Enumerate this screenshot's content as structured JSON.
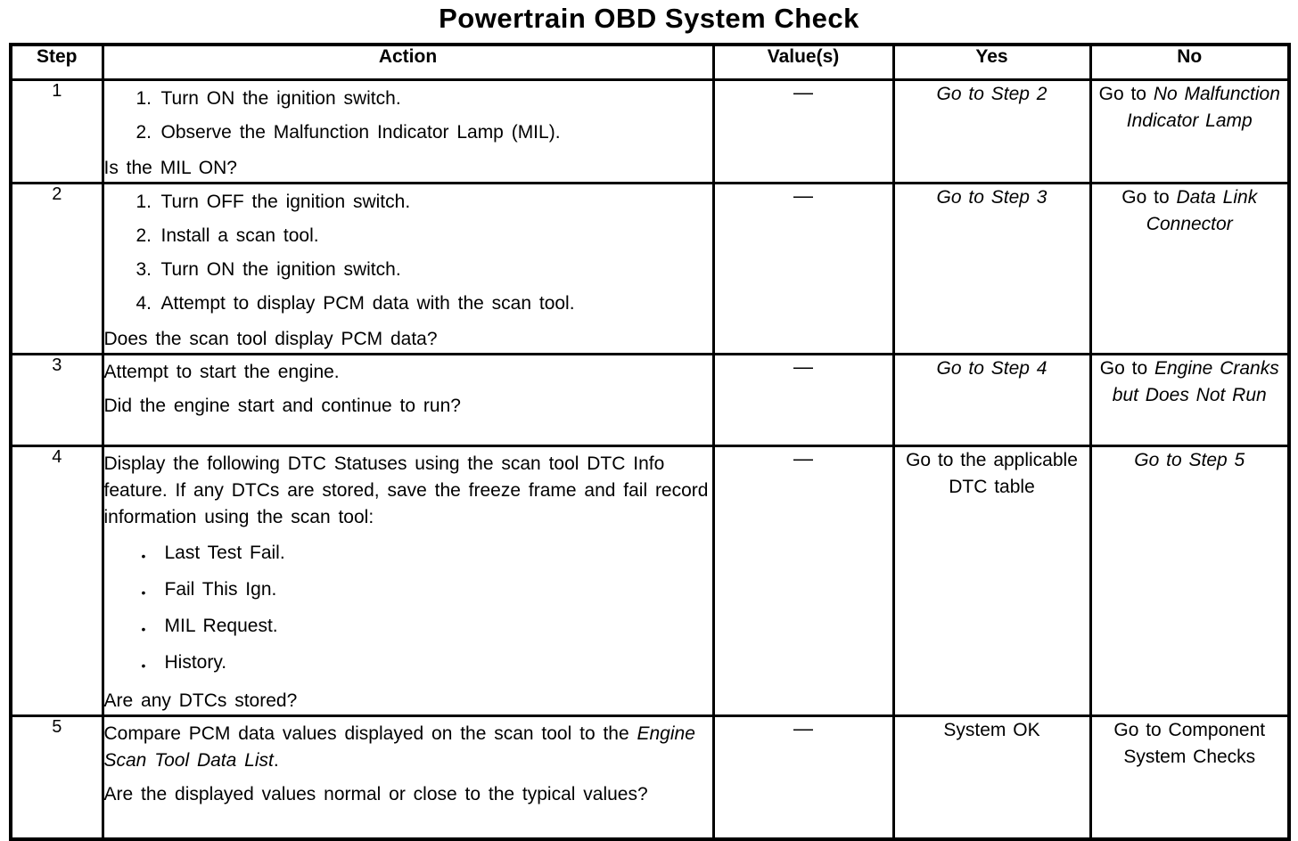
{
  "title": "Powertrain OBD System Check",
  "table": {
    "headers": [
      "Step",
      "Action",
      "Value(s)",
      "Yes",
      "No"
    ],
    "rows": [
      {
        "step": "1",
        "action": [
          {
            "type": "numbered",
            "items": [
              "Turn ON the ignition switch.",
              "Observe the Malfunction Indicator Lamp (MIL)."
            ]
          },
          {
            "type": "para",
            "runs": [
              {
                "text": "Is the MIL ON?"
              }
            ]
          }
        ],
        "value": "—",
        "yes": {
          "runs": [
            {
              "text": "Go to Step 2",
              "italic": true
            }
          ]
        },
        "no": {
          "runs": [
            {
              "text": "Go to "
            },
            {
              "text": "No Malfunction Indicator Lamp",
              "italic": true
            }
          ]
        }
      },
      {
        "step": "2",
        "action": [
          {
            "type": "numbered",
            "items": [
              "Turn OFF the ignition switch.",
              "Install a scan tool.",
              "Turn ON the ignition switch.",
              "Attempt to display PCM data with the scan tool."
            ]
          },
          {
            "type": "para",
            "runs": [
              {
                "text": "Does the scan tool display PCM data?"
              }
            ]
          }
        ],
        "value": "—",
        "yes": {
          "runs": [
            {
              "text": "Go to Step 3",
              "italic": true
            }
          ]
        },
        "no": {
          "runs": [
            {
              "text": "Go to "
            },
            {
              "text": "Data Link Connector",
              "italic": true
            }
          ]
        }
      },
      {
        "step": "3",
        "action": [
          {
            "type": "para",
            "runs": [
              {
                "text": "Attempt to start the engine."
              }
            ]
          },
          {
            "type": "para",
            "runs": [
              {
                "text": "Did the engine start and continue to run?"
              }
            ]
          }
        ],
        "value": "—",
        "yes": {
          "runs": [
            {
              "text": "Go to Step 4",
              "italic": true
            }
          ]
        },
        "no": {
          "runs": [
            {
              "text": "Go to "
            },
            {
              "text": "Engine Cranks but Does Not Run",
              "italic": true
            }
          ]
        }
      },
      {
        "step": "4",
        "action": [
          {
            "type": "para",
            "runs": [
              {
                "text": "Display the following DTC Statuses using the scan tool DTC Info feature. If any DTCs are stored, save the freeze frame and fail record information using the scan tool:"
              }
            ]
          },
          {
            "type": "bullets",
            "items": [
              "Last Test Fail.",
              "Fail This Ign.",
              "MIL Request.",
              "History."
            ]
          },
          {
            "type": "para",
            "runs": [
              {
                "text": "Are any DTCs stored?"
              }
            ]
          }
        ],
        "value": "—",
        "yes": {
          "runs": [
            {
              "text": "Go to the applicable DTC table"
            }
          ]
        },
        "no": {
          "runs": [
            {
              "text": "Go to Step 5",
              "italic": true
            }
          ]
        }
      },
      {
        "step": "5",
        "action": [
          {
            "type": "para",
            "runs": [
              {
                "text": "Compare PCM data values displayed on the scan tool to the "
              },
              {
                "text": "Engine Scan Tool Data List",
                "italic": true
              },
              {
                "text": "."
              }
            ]
          },
          {
            "type": "para",
            "runs": [
              {
                "text": "Are the displayed values normal or close to the typical values?"
              }
            ]
          }
        ],
        "value": "—",
        "yes": {
          "runs": [
            {
              "text": "System OK"
            }
          ]
        },
        "no": {
          "runs": [
            {
              "text": "Go to Component System Checks"
            }
          ]
        }
      }
    ]
  }
}
